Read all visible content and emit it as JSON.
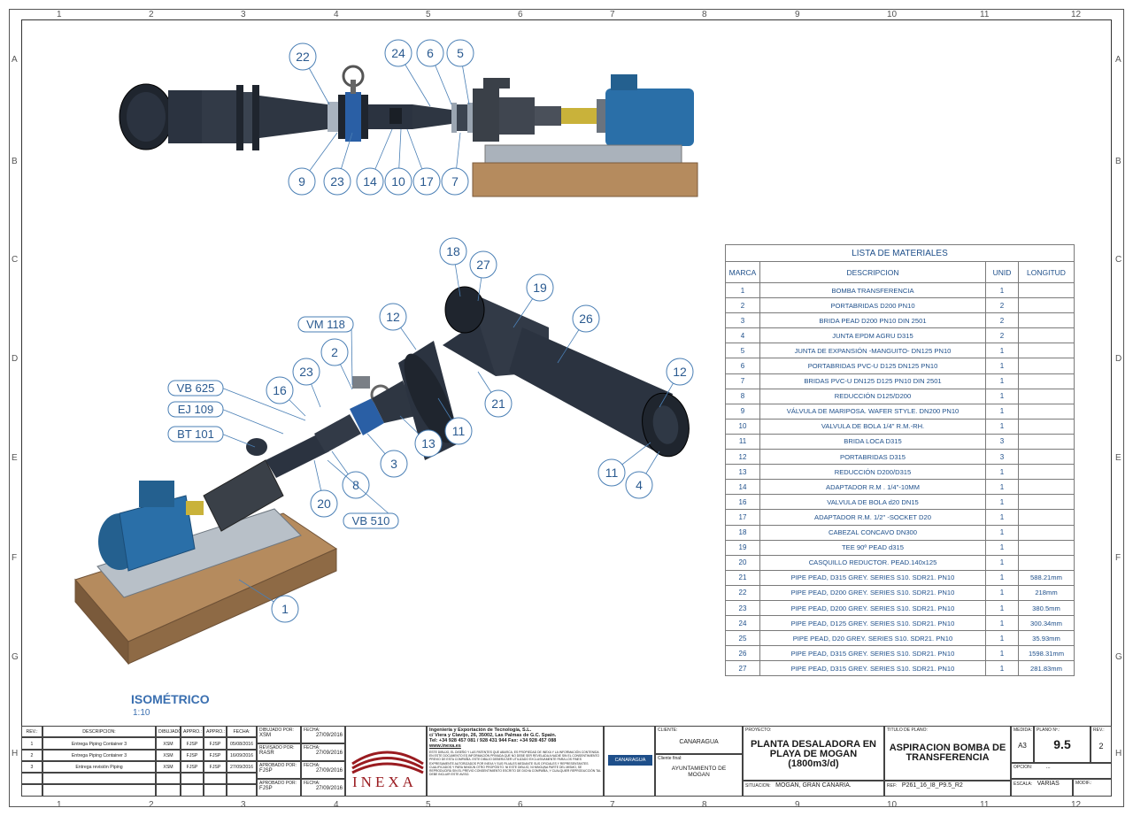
{
  "grid": {
    "columns": [
      "1",
      "2",
      "3",
      "4",
      "5",
      "6",
      "7",
      "8",
      "9",
      "10",
      "11",
      "12"
    ],
    "rows": [
      "A",
      "B",
      "C",
      "D",
      "E",
      "F",
      "G",
      "H"
    ]
  },
  "top_view": {
    "balloons": [
      "22",
      "24",
      "6",
      "5",
      "9",
      "23",
      "14",
      "10",
      "17",
      "7"
    ]
  },
  "iso_view": {
    "balloons": [
      "18",
      "27",
      "19",
      "26",
      "12",
      "12",
      "21",
      "11",
      "11",
      "4",
      "2",
      "23",
      "16",
      "13",
      "3",
      "8",
      "20",
      "1"
    ],
    "tags": [
      "VM 118",
      "VB 625",
      "EJ 109",
      "BT 101",
      "VB 510"
    ],
    "title": "ISOMÉTRICO",
    "scale": "1:10"
  },
  "bom": {
    "title": "LISTA DE MATERIALES",
    "headers": [
      "MARCA",
      "DESCRIPCION",
      "UNID",
      "LONGITUD"
    ],
    "rows": [
      [
        "1",
        "BOMBA TRANSFERENCIA",
        "1",
        ""
      ],
      [
        "2",
        "PORTABRIDAS D200 PN10",
        "2",
        ""
      ],
      [
        "3",
        "BRIDA PEAD D200  PN10 DIN 2501",
        "2",
        ""
      ],
      [
        "4",
        "JUNTA EPDM AGRU D315",
        "2",
        ""
      ],
      [
        "5",
        "JUNTA DE EXPANSIÓN -MANGUITO-  DN125 PN10",
        "1",
        ""
      ],
      [
        "6",
        "PORTABRIDAS PVC-U D125 DN125  PN10",
        "1",
        ""
      ],
      [
        "7",
        "BRIDAS  PVC-U DN125 D125  PN10 DIN 2501",
        "1",
        ""
      ],
      [
        "8",
        "REDUCCIÓN D125/D200",
        "1",
        ""
      ],
      [
        "9",
        "VÁLVULA DE MARIPOSA. WAFER STYLE. DN200 PN10",
        "1",
        ""
      ],
      [
        "10",
        "VALVULA DE BOLA 1/4\" R.M.-RH.",
        "1",
        ""
      ],
      [
        "11",
        "BRIDA LOCA  D315",
        "3",
        ""
      ],
      [
        "12",
        "PORTABRIDAS  D315",
        "3",
        ""
      ],
      [
        "13",
        "REDUCCIÓN D200/D315",
        "1",
        ""
      ],
      [
        "14",
        "ADAPTADOR R.M . 1/4\"-10MM",
        "1",
        ""
      ],
      [
        "16",
        "VALVULA DE BOLA d20 DN15",
        "1",
        ""
      ],
      [
        "17",
        "ADAPTADOR R.M. 1/2\" -SOCKET D20",
        "1",
        ""
      ],
      [
        "18",
        "CABEZAL CONCAVO DN300",
        "1",
        ""
      ],
      [
        "19",
        "TEE 90º  PEAD d315",
        "1",
        ""
      ],
      [
        "20",
        "CASQUILLO REDUCTOR. PEAD.140x125",
        "1",
        ""
      ],
      [
        "21",
        "PIPE PEAD, D315 GREY. SERIES  S10. SDR21. PN10",
        "1",
        "588.21mm"
      ],
      [
        "22",
        "PIPE PEAD, D200 GREY. SERIES  S10. SDR21. PN10",
        "1",
        "218mm"
      ],
      [
        "23",
        "PIPE PEAD, D200 GREY. SERIES  S10. SDR21. PN10",
        "1",
        "380.5mm"
      ],
      [
        "24",
        "PIPE PEAD, D125 GREY. SERIES  S10. SDR21. PN10",
        "1",
        "300.34mm"
      ],
      [
        "25",
        "PIPE PEAD, D20 GREY. SERIES  S10. SDR21. PN10",
        "1",
        "35.93mm"
      ],
      [
        "26",
        "PIPE PEAD, D315 GREY. SERIES  S10. SDR21. PN10",
        "1",
        "1598.31mm"
      ],
      [
        "27",
        "PIPE PEAD, D315 GREY. SERIES  S10. SDR21. PN10",
        "1",
        "281.83mm"
      ]
    ]
  },
  "title_block": {
    "revisions": {
      "headers": [
        "REV.:",
        "DESCRIPCION:",
        "DIBUJADO",
        "APPRO.:",
        "APPRO.:",
        "FECHA:"
      ],
      "rows": [
        [
          "1",
          "Entrega Piping Container 3",
          "XSM",
          "FJSP",
          "FJSP",
          "05/08/2016"
        ],
        [
          "2",
          "Entrega Piping Container 3",
          "XSM",
          "FJSP",
          "FJSP",
          "16/09/2016"
        ],
        [
          "3",
          "Entrega revisión Piping",
          "XSM",
          "FJSP",
          "FJSP",
          "27/09/2016"
        ]
      ]
    },
    "signatures": [
      {
        "role": "DIBUJADO POR:",
        "name": "XSM",
        "fecha_lbl": "FECHA:",
        "fecha": "27/09/2016"
      },
      {
        "role": "REVISADO POR:",
        "name": "RASR",
        "fecha_lbl": "FECHA:",
        "fecha": "27/09/2016"
      },
      {
        "role": "APROBADO POR:",
        "name": "FJSP",
        "fecha_lbl": "FECHA:",
        "fecha": "27/09/2016"
      },
      {
        "role": "APROBADO POR:",
        "name": "FJSP",
        "fecha_lbl": "FECHA:",
        "fecha": "27/09/2016"
      }
    ],
    "logo": "INEXA",
    "company": {
      "name": "Ingeniería y Exportación de Tecnología, S.L.",
      "address": "c/ Viera y Clavijo, 26, 35002, Las Palmas de G.C. Spain.",
      "contact": "Tel: +34 928 457 081 / 928 431 944 Fax: +34 928 457 088",
      "web": "www.inexa.es",
      "legal": "ESTE DIBUJO, EL DISEÑO Y LAS PATENTES QUE ABARCA, ES PROPIEDAD DE INEXA Y LA INFORMACIÓN CONTENIDA EN ESTE DOCUMENTO ES INFORMACIÓN PRIVADA QUE NO DEBE SER REVELADA A NADIE SIN EL CONSENTIMIENTO PREVIO DE ESTA COMPAÑÍA. ESTE DIBUJO DEBERA SER UTILIZADO EXCLUSIVAMENTE PARA LOS FINES EXPRESAMENTE AUTORIZADOS POR INEXA Y SUS FILIALES MEDIANTE SUS OFICIALES Y REPRESENTANTES CUALIFICADOS Y PARA NINGÚN OTRO PROPÓSITO. NI ESTE DIBUJO, NI NINGUNA PARTE DEL MISMO, SE REPRODUCIRÁ SIN EL PREVIO CONSENTIMIENTO ESCRITO DE DICHA COMPAÑÍA, Y CUALQUIER REPRODUCCIÓN TAL DEBE INCLUIR ESTE AVISO."
    },
    "client_logo": "CANARAGUA",
    "cliente_lbl": "CLIENTE:",
    "cliente": "CANARAGUA",
    "cliente_final_lbl": "Cliente final:",
    "cliente_final": "AYUNTAMIENTO DE MOGAN",
    "proyecto_lbl": "PROYECTO:",
    "proyecto": "PLANTA DESALADORA EN PLAYA DE MOGAN (1800m3/d)",
    "situacion_lbl": "SITUACION:",
    "situacion": "MOGAN, GRAN CANARIA.",
    "titulo_lbl": "TITULO DE PLANO:",
    "titulo": "ASPIRACION BOMBA DE TRANSFERENCIA",
    "ref_lbl": "REF:",
    "ref": "P261_16_I8_P9.5_R2",
    "medida_lbl": "MEDIDA:",
    "medida": "A3",
    "plano_lbl": "PLANO Nº.:",
    "plano": "9.5",
    "rev_lbl": "REV.:",
    "rev": "2",
    "opcion_lbl": "OPCION:",
    "opcion": "...",
    "escala_lbl": "ESCALA:",
    "escala": "VARIAS",
    "modif_lbl": "MODIF.:",
    "modif": ""
  },
  "colors": {
    "pipe": "#2b3340",
    "motor": "#2a6fa8",
    "base": "#b58b5e",
    "balloon": "#4a7fb5",
    "bom_text": "#1e4f8a",
    "logo_red": "#9a1b20"
  }
}
